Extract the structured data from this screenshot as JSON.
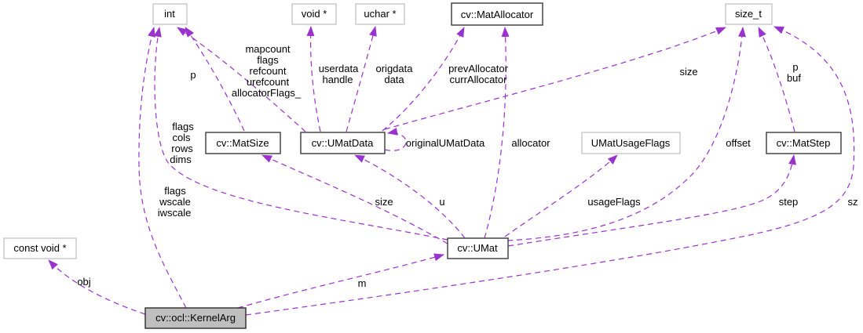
{
  "diagram": {
    "kind": "doxygen-collaboration-graph",
    "main_class": "cv::ocl::KernelArg"
  },
  "colors": {
    "edge": "#9a32cd",
    "node_fill": "#ffffff",
    "main_node_fill": "#bfbfbf",
    "external_node_border": "#bebebe",
    "documented_node_border": "#3a3a3a",
    "text": "#000000"
  },
  "nodes": [
    {
      "label": "int",
      "type": "builtin"
    },
    {
      "label": "void *",
      "type": "builtin"
    },
    {
      "label": "uchar *",
      "type": "builtin"
    },
    {
      "label": "cv::MatAllocator",
      "type": "class"
    },
    {
      "label": "size_t",
      "type": "builtin"
    },
    {
      "label": "cv::MatSize",
      "type": "class"
    },
    {
      "label": "cv::UMatData",
      "type": "class"
    },
    {
      "label": "UMatUsageFlags",
      "type": "enum"
    },
    {
      "label": "cv::MatStep",
      "type": "class"
    },
    {
      "label": "cv::UMat",
      "type": "class"
    },
    {
      "label": "const void *",
      "type": "builtin"
    },
    {
      "label": "cv::ocl::KernelArg",
      "type": "main"
    }
  ],
  "edges": [
    {
      "from": "cv::MatSize",
      "to": "int",
      "label_lines": [
        "p"
      ]
    },
    {
      "from": "cv::UMatData",
      "to": "int",
      "label_lines": [
        "mapcount",
        "flags",
        "refcount",
        "urefcount",
        "allocatorFlags_"
      ]
    },
    {
      "from": "cv::UMatData",
      "to": "void *",
      "label_lines": [
        "userdata",
        "handle"
      ]
    },
    {
      "from": "cv::UMatData",
      "to": "uchar *",
      "label_lines": [
        "origdata",
        "data"
      ]
    },
    {
      "from": "cv::UMatData",
      "to": "cv::MatAllocator",
      "label_lines": [
        "prevAllocator",
        "currAllocator"
      ]
    },
    {
      "from": "cv::UMatData",
      "to": "size_t",
      "label_lines": [
        "size"
      ]
    },
    {
      "from": "cv::UMatData",
      "to": "cv::UMatData",
      "label_lines": [
        "originalUMatData"
      ]
    },
    {
      "from": "cv::UMat",
      "to": "int",
      "label_lines": [
        "flags",
        "cols",
        "rows",
        "dims"
      ]
    },
    {
      "from": "cv::UMat",
      "to": "cv::MatSize",
      "label_lines": [
        "size"
      ]
    },
    {
      "from": "cv::UMat",
      "to": "cv::UMatData",
      "label_lines": [
        "u"
      ]
    },
    {
      "from": "cv::UMat",
      "to": "cv::MatAllocator",
      "label_lines": [
        "allocator"
      ]
    },
    {
      "from": "cv::UMat",
      "to": "UMatUsageFlags",
      "label_lines": [
        "usageFlags"
      ]
    },
    {
      "from": "cv::UMat",
      "to": "size_t",
      "label_lines": [
        "offset"
      ]
    },
    {
      "from": "cv::UMat",
      "to": "cv::MatStep",
      "label_lines": [
        "step"
      ]
    },
    {
      "from": "cv::MatStep",
      "to": "size_t",
      "label_lines": [
        "p",
        "buf"
      ]
    },
    {
      "from": "cv::ocl::KernelArg",
      "to": "int",
      "label_lines": [
        "flags",
        "wscale",
        "iwscale"
      ]
    },
    {
      "from": "cv::ocl::KernelArg",
      "to": "cv::UMat",
      "label_lines": [
        "m"
      ]
    },
    {
      "from": "cv::ocl::KernelArg",
      "to": "const void *",
      "label_lines": [
        "obj"
      ]
    },
    {
      "from": "cv::ocl::KernelArg",
      "to": "size_t",
      "label_lines": [
        "sz"
      ]
    }
  ]
}
